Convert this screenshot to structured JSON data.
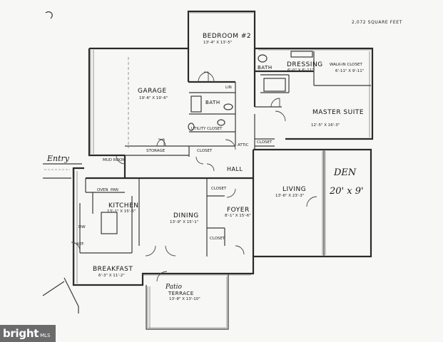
{
  "total_area": "2,072 SQUARE FEET",
  "rooms": {
    "bedroom2": {
      "name": "BEDROOM #2",
      "dims": "13'-4\" X 13'-5\""
    },
    "garage": {
      "name": "GARAGE",
      "dims": "19'-6\" X 19'-6\""
    },
    "bath_upper": {
      "name": "BATH"
    },
    "bath_lower": {
      "name": "BATH"
    },
    "dressing": {
      "name": "DRESSING",
      "dims": "6'-0\" X 6'-11\""
    },
    "walkin": {
      "name": "WALK-IN CLOSET",
      "dims": "6'-11\" X 9'-11\""
    },
    "master": {
      "name": "MASTER SUITE",
      "dims": "12'-5\" X 16'-3\""
    },
    "utility": {
      "name": "UTILITY CLOSET"
    },
    "lin": {
      "name": "LIN"
    },
    "storage": {
      "name": "STORAGE"
    },
    "closet_a": {
      "name": "CLOSET"
    },
    "closet_b": {
      "name": "CLOSET"
    },
    "closet_c": {
      "name": "CLOSET"
    },
    "closet_d": {
      "name": "CLOSET"
    },
    "attic": {
      "name": "ATTIC"
    },
    "hall": {
      "name": "HALL"
    },
    "mud": {
      "name": "MUD ROOM"
    },
    "oven": {
      "name": "OVEN"
    },
    "pan": {
      "name": "PAN"
    },
    "kitchen": {
      "name": "KITCHEN",
      "dims": "13'-1\" X 15'-6\""
    },
    "dining": {
      "name": "DINING",
      "dims": "13'-9\" X 15'-1\""
    },
    "foyer": {
      "name": "FOYER",
      "dims": "8'-1\" X 15'-6\""
    },
    "living": {
      "name": "LIVING",
      "dims": "13'-6\" X 23'-3\""
    },
    "breakfast": {
      "name": "BREAKFAST",
      "dims": "6'-3\" X 11'-2\""
    },
    "patio": {
      "name": "TERRACE",
      "dims": "13'-8\" X 13'-10\""
    },
    "dw": {
      "name": "DW"
    },
    "refr": {
      "name": "REF."
    }
  },
  "handwritten": {
    "entry": "Entry",
    "den": "DEN",
    "den_size": "20' x 9'",
    "patio": "Patio"
  },
  "watermark": {
    "brand": "bright",
    "sub": "MLS"
  }
}
